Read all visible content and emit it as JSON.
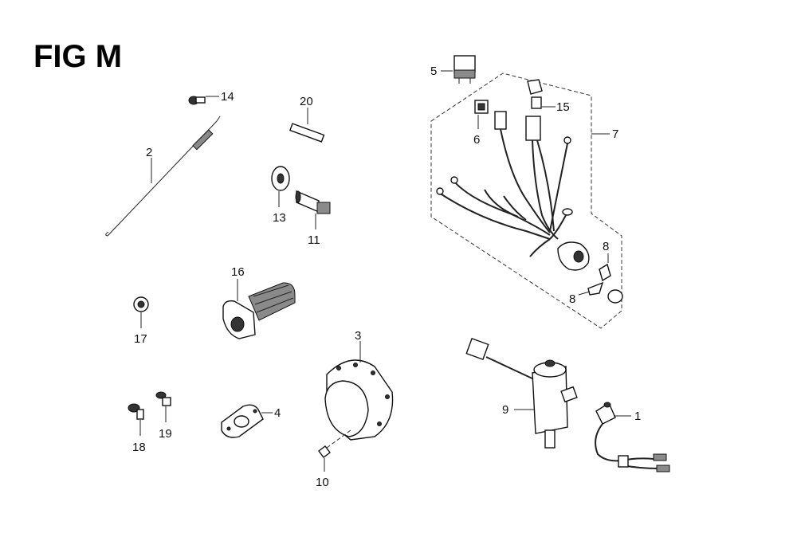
{
  "figure": {
    "title": "FIG M"
  },
  "callouts": {
    "p1": "1",
    "p2": "2",
    "p3": "3",
    "p4": "4",
    "p5": "5",
    "p6": "6",
    "p7": "7",
    "p8a": "8",
    "p8b": "8",
    "p9": "9",
    "p10": "10",
    "p11": "11",
    "p13": "13",
    "p14": "14",
    "p15": "15",
    "p16": "16",
    "p17": "17",
    "p18": "18",
    "p19": "19",
    "p20": "20"
  }
}
